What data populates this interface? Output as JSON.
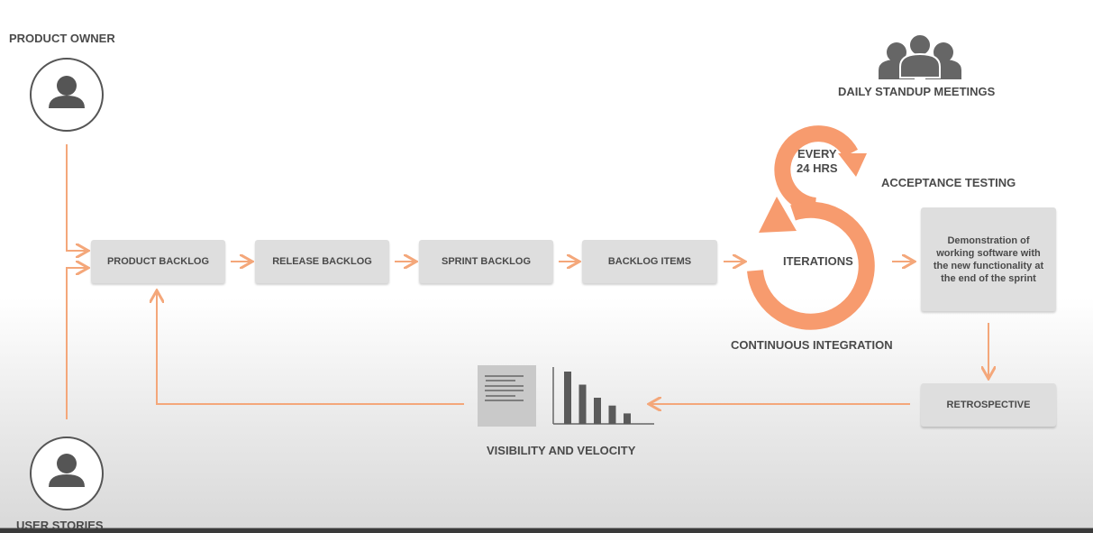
{
  "title": "Scrum / Agile process",
  "roles": {
    "product_owner": "PRODUCT OWNER",
    "user_stories": "USER STORIES"
  },
  "boxes": [
    "PRODUCT BACKLOG",
    "RELEASE BACKLOG",
    "SPRINT BACKLOG",
    "BACKLOG ITEMS"
  ],
  "loop": {
    "daily": "EVERY\n24 HRS",
    "daily_line1": "EVERY",
    "daily_line2": "24 HRS",
    "iterations": "ITERATIONS"
  },
  "labels": {
    "daily_standup": "DAILY STANDUP MEETINGS",
    "acceptance_testing": "ACCEPTANCE TESTING",
    "continuous_integration": "CONTINUOUS INTEGRATION",
    "visibility_velocity": "VISIBILITY AND VELOCITY"
  },
  "demo_box": "Demonstration of working software with the new functionality at the end of the sprint",
  "retrospective": "RETROSPECTIVE",
  "velocity_bars": [
    1.0,
    0.75,
    0.5,
    0.35,
    0.2
  ],
  "colors": {
    "accent": "#f4a77a",
    "loop": "#f79b6e",
    "box": "#dedede",
    "text": "#4a4a4a"
  }
}
